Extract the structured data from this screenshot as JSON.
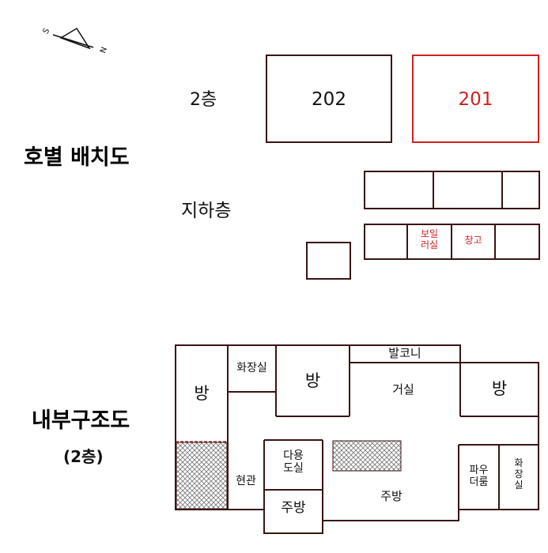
{
  "compass": {
    "s_label": "S",
    "n_label": "N"
  },
  "layout_title": "호별 배치도",
  "floor2": {
    "label": "2층",
    "units": [
      "202",
      "201"
    ],
    "highlight_color": "#d21f1f"
  },
  "basement": {
    "label": "지하층",
    "rooms": [
      "보일\n러실",
      "창고"
    ]
  },
  "interior_title": {
    "line1": "내부구조도",
    "line2": "(2층)"
  },
  "plan": {
    "rooms": {
      "room_left": "방",
      "bathroom_top": "화장실",
      "room_center": "방",
      "balcony": "발코니",
      "living": "거실",
      "room_right": "방",
      "utility": "다용\n도실",
      "entrance": "현관",
      "kitchen_small": "주방",
      "kitchen": "주방",
      "powder": "파우\n더룸",
      "bathroom_right": "화\n장\n실"
    }
  }
}
